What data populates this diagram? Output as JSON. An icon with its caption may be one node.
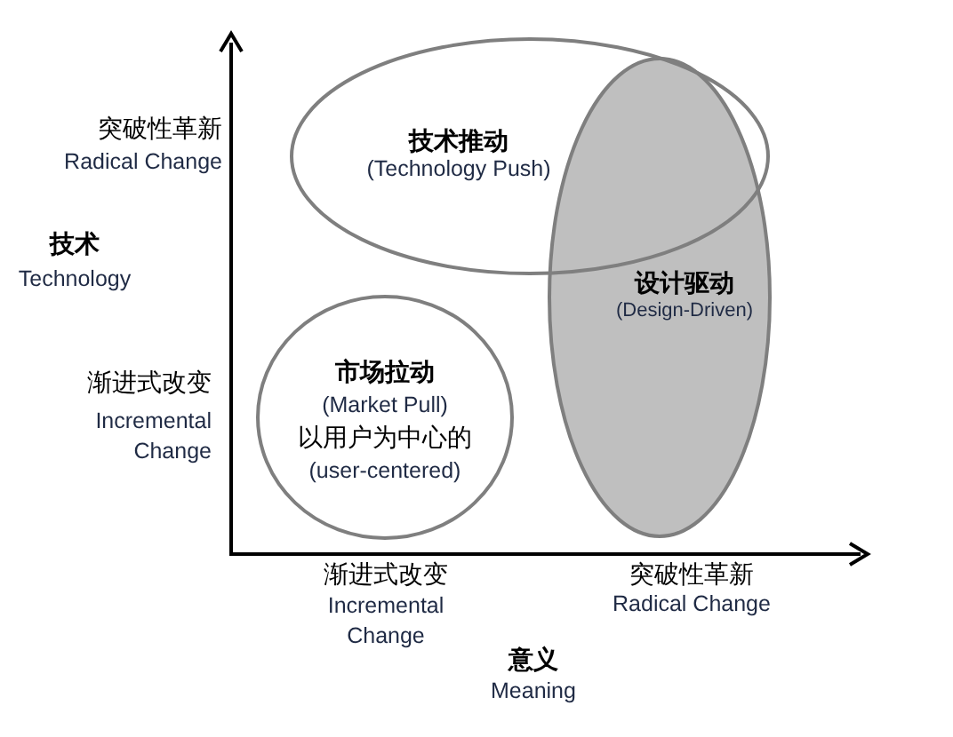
{
  "diagram": {
    "nodes": [
      {
        "text": [
          "技术推动",
          "(Technology Push)"
        ]
      },
      {
        "text": [
          "设计驱动",
          "(Design-Driven)"
        ]
      },
      {
        "text": [
          "市场拉动",
          "(Market Pull)",
          "以用户为中心的",
          "(user-centered)"
        ]
      }
    ],
    "edges": [],
    "labels": [
      "突破性革新",
      "Radical Change",
      "技术",
      "Technology",
      "渐进式改变",
      "Incremental Change",
      "渐进式改变",
      "Incremental Change",
      "突破性革新",
      "Radical Change",
      "意义",
      "Meaning"
    ]
  }
}
